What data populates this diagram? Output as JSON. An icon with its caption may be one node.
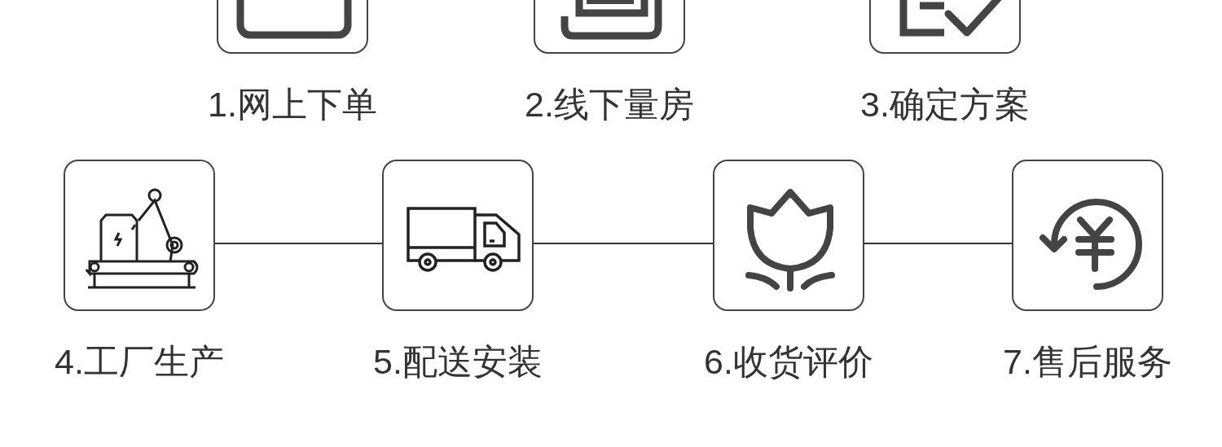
{
  "diagram": {
    "nodes": [
      {
        "text": [
          "1.网上下单"
        ]
      },
      {
        "text": [
          "2.线下量房"
        ]
      },
      {
        "text": [
          "3.确定方案"
        ]
      },
      {
        "text": [
          "4.工厂生产"
        ]
      },
      {
        "text": [
          "5.配送安装"
        ]
      },
      {
        "text": [
          "6.收货评价"
        ]
      },
      {
        "text": [
          "7.售后服务"
        ]
      }
    ],
    "edges": [
      {
        "from": 3,
        "to": 4,
        "arrow": "none"
      },
      {
        "from": 4,
        "to": 5,
        "arrow": "none"
      },
      {
        "from": 5,
        "to": 6,
        "arrow": "none"
      }
    ]
  }
}
